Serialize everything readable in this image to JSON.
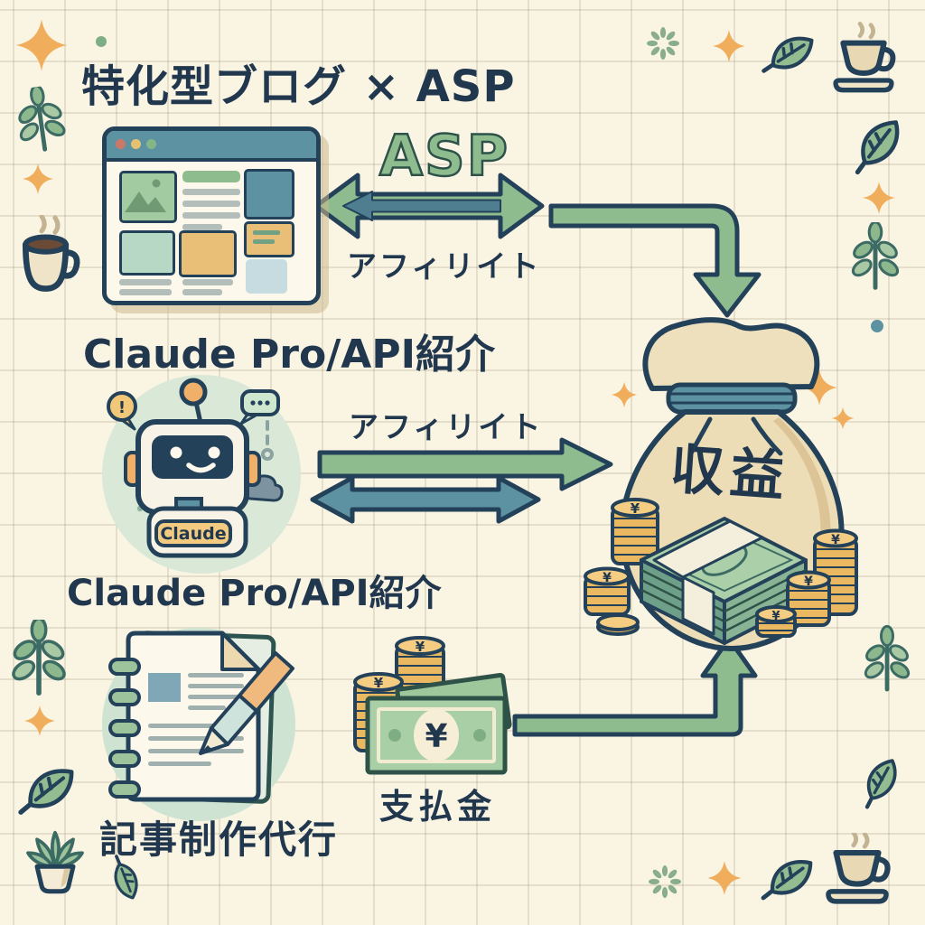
{
  "flow": {
    "title": "特化型ブログ × ASP",
    "asp_network_label": "ASP",
    "affiliate_link_top": "アフィリイト",
    "affiliate_link_mid": "アフィリイト",
    "claude_heading": "Claude Pro/API紹介",
    "claude_robot_caption": "Claude Pro/API紹介",
    "claude_badge": "Claude",
    "exclamation": "!",
    "revenue_label": "収益",
    "article_service_caption": "記事制作代行",
    "payment_caption": "支払金",
    "yen": "¥"
  },
  "colors": {
    "background": "#faf4e3",
    "grid_line": "#928562",
    "navy_outline": "#24415a",
    "arrow_green": "#8fbc8f",
    "arrow_teal": "#5d92a2",
    "coin_gold": "#f4cd83",
    "bag_tan": "#ecddb6",
    "note_green": "#a9cfa6",
    "accent_orange": "#f0ae5d",
    "badge_gold": "#f2cb80"
  },
  "decorations": {
    "icons": [
      "sparkle-icon",
      "starburst-icon",
      "leaf-icon",
      "sprig-icon",
      "coffee-mug-icon",
      "teacup-icon",
      "plant-pot-icon",
      "dot-icon",
      "coffee-steam-icon"
    ]
  }
}
